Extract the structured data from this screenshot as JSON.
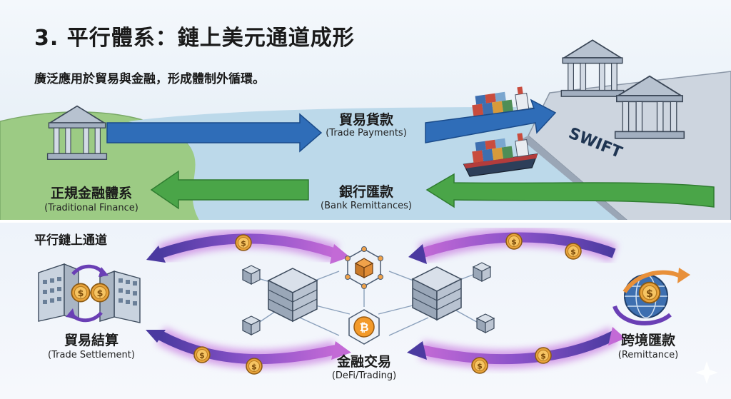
{
  "header": {
    "title": "3. 平行體系：鏈上美元通道成形",
    "subtitle": "廣泛應用於貿易與金融，形成體制外循環。"
  },
  "top": {
    "trade_payments": {
      "zh": "貿易貨款",
      "en": "(Trade Payments)"
    },
    "bank_remittances": {
      "zh": "銀行匯款",
      "en": "(Bank Remittances)"
    },
    "tradfi": {
      "zh": "正規金融體系",
      "en": "(Traditional Finance)"
    },
    "swift": "SWIFT"
  },
  "bottom": {
    "section_title": "平行鏈上通道",
    "trade_settlement": {
      "zh": "貿易結算",
      "en": "(Trade Settlement)"
    },
    "defi": {
      "zh": "金融交易",
      "en": "(DeFi/Trading)"
    },
    "remittance": {
      "zh": "跨境匯款",
      "en": "(Remittance)"
    },
    "coin_symbol": "$",
    "btc_symbol": "₿"
  },
  "colors": {
    "blue_arrow": "#2f6db8",
    "green_arrow": "#4aa548",
    "purple_arrow": "#6a3fb5",
    "coin": "#e8a23a",
    "bank": "#8f9db0",
    "water": "#bcd9ea",
    "land": "#9ccb84"
  },
  "icons": [
    "bank-icon",
    "cargo-ship-icon",
    "server-stack-icon",
    "node-cube-icon",
    "bitcoin-coin-icon",
    "globe-icon",
    "office-building-icon",
    "dollar-coin-icon",
    "sparkle-icon"
  ]
}
